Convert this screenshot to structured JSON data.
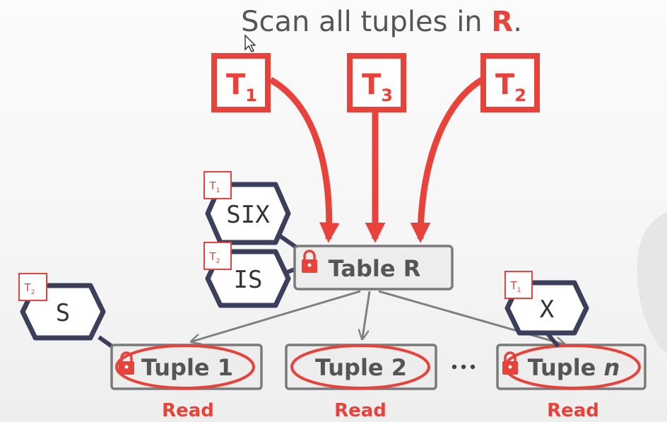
{
  "title": {
    "prefix": "Scan all tuples in ",
    "accent": "R",
    "suffix": "."
  },
  "transactions": [
    {
      "letter": "T",
      "sub": "1"
    },
    {
      "letter": "T",
      "sub": "3"
    },
    {
      "letter": "T",
      "sub": "2"
    }
  ],
  "table": {
    "label": "Table R"
  },
  "table_locks": [
    {
      "mode": "SIX",
      "holder_letter": "T",
      "holder_sub": "1"
    },
    {
      "mode": "IS",
      "holder_letter": "T",
      "holder_sub": "2"
    }
  ],
  "tuples": [
    {
      "label": "Tuple 1",
      "action": "Read",
      "lock": {
        "mode": "S",
        "holder_letter": "T",
        "holder_sub": "2"
      }
    },
    {
      "label": "Tuple 2",
      "action": "Read"
    },
    {
      "label_prefix": "Tuple ",
      "label_italic": "n",
      "action": "Read",
      "lock": {
        "mode": "X",
        "holder_letter": "T",
        "holder_sub": "1"
      }
    }
  ],
  "ellipsis": "···",
  "colors": {
    "accent": "#e8433a",
    "lock_outline": "#3b3f5c",
    "node_fill": "#ededed",
    "node_stroke": "#7a7a7a",
    "text_gray": "#555555"
  },
  "icons": {
    "lock": "padlock-icon",
    "cursor": "mouse-pointer-icon"
  }
}
